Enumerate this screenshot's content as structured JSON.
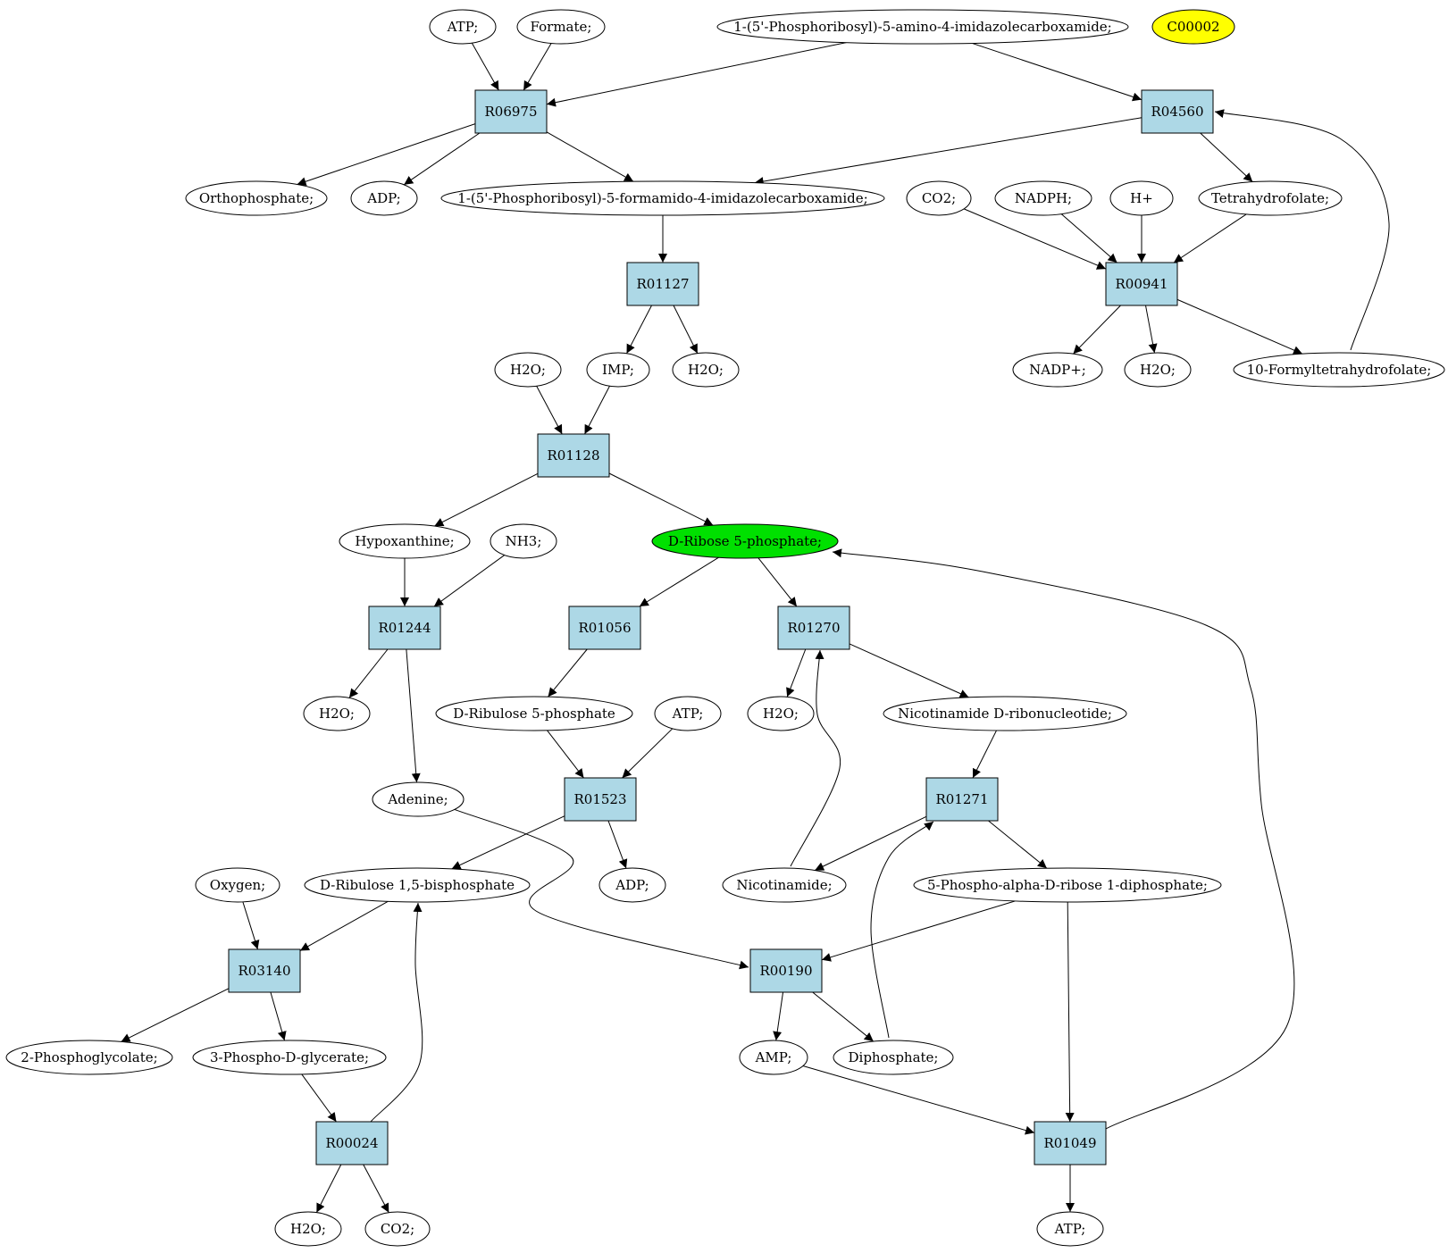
{
  "colors": {
    "reaction": "#add8e6",
    "compound": "#ffffff",
    "highlight_target": "#00e000",
    "highlight_legend": "#ffff00",
    "stroke": "#000000"
  },
  "nodes": [
    {
      "id": "atp1",
      "kind": "compound",
      "label": "ATP;"
    },
    {
      "id": "formate",
      "kind": "compound",
      "label": "Formate;"
    },
    {
      "id": "aicar",
      "kind": "compound",
      "label": "1-(5'-Phosphoribosyl)-5-amino-4-imidazolecarboxamide;"
    },
    {
      "id": "c00002",
      "kind": "compound",
      "label": "C00002",
      "highlight": "legend"
    },
    {
      "id": "R06975",
      "kind": "reaction",
      "label": "R06975"
    },
    {
      "id": "R04560",
      "kind": "reaction",
      "label": "R04560"
    },
    {
      "id": "ortho",
      "kind": "compound",
      "label": "Orthophosphate;"
    },
    {
      "id": "adp1",
      "kind": "compound",
      "label": "ADP;"
    },
    {
      "id": "faicar",
      "kind": "compound",
      "label": "1-(5'-Phosphoribosyl)-5-formamido-4-imidazolecarboxamide;"
    },
    {
      "id": "co2a",
      "kind": "compound",
      "label": "CO2;"
    },
    {
      "id": "nadph",
      "kind": "compound",
      "label": "NADPH;"
    },
    {
      "id": "hplus",
      "kind": "compound",
      "label": "H+"
    },
    {
      "id": "thf",
      "kind": "compound",
      "label": "Tetrahydrofolate;"
    },
    {
      "id": "R01127",
      "kind": "reaction",
      "label": "R01127"
    },
    {
      "id": "R00941",
      "kind": "reaction",
      "label": "R00941"
    },
    {
      "id": "h2o_a",
      "kind": "compound",
      "label": "H2O;"
    },
    {
      "id": "imp",
      "kind": "compound",
      "label": "IMP;"
    },
    {
      "id": "h2o_b",
      "kind": "compound",
      "label": "H2O;"
    },
    {
      "id": "nadp",
      "kind": "compound",
      "label": "NADP+;"
    },
    {
      "id": "h2o_c",
      "kind": "compound",
      "label": "H2O;"
    },
    {
      "id": "fthf",
      "kind": "compound",
      "label": "10-Formyltetrahydrofolate;"
    },
    {
      "id": "R01128",
      "kind": "reaction",
      "label": "R01128"
    },
    {
      "id": "hypox",
      "kind": "compound",
      "label": "Hypoxanthine;"
    },
    {
      "id": "nh3",
      "kind": "compound",
      "label": "NH3;"
    },
    {
      "id": "r5p",
      "kind": "compound",
      "label": "D-Ribose 5-phosphate;",
      "highlight": "target"
    },
    {
      "id": "R01244",
      "kind": "reaction",
      "label": "R01244"
    },
    {
      "id": "R01056",
      "kind": "reaction",
      "label": "R01056"
    },
    {
      "id": "R01270",
      "kind": "reaction",
      "label": "R01270"
    },
    {
      "id": "h2o_d",
      "kind": "compound",
      "label": "H2O;"
    },
    {
      "id": "ru5p",
      "kind": "compound",
      "label": "D-Ribulose 5-phosphate"
    },
    {
      "id": "atp2",
      "kind": "compound",
      "label": "ATP;"
    },
    {
      "id": "h2o_e",
      "kind": "compound",
      "label": "H2O;"
    },
    {
      "id": "nmn",
      "kind": "compound",
      "label": "Nicotinamide D-ribonucleotide;"
    },
    {
      "id": "adenine",
      "kind": "compound",
      "label": "Adenine;"
    },
    {
      "id": "R01523",
      "kind": "reaction",
      "label": "R01523"
    },
    {
      "id": "R01271",
      "kind": "reaction",
      "label": "R01271"
    },
    {
      "id": "oxygen",
      "kind": "compound",
      "label": "Oxygen;"
    },
    {
      "id": "rubp",
      "kind": "compound",
      "label": "D-Ribulose 1,5-bisphosphate"
    },
    {
      "id": "adp2",
      "kind": "compound",
      "label": "ADP;"
    },
    {
      "id": "nicotinamide",
      "kind": "compound",
      "label": "Nicotinamide;"
    },
    {
      "id": "prpp",
      "kind": "compound",
      "label": "5-Phospho-alpha-D-ribose 1-diphosphate;"
    },
    {
      "id": "R03140",
      "kind": "reaction",
      "label": "R03140"
    },
    {
      "id": "R00190",
      "kind": "reaction",
      "label": "R00190"
    },
    {
      "id": "pglycolate",
      "kind": "compound",
      "label": "2-Phosphoglycolate;"
    },
    {
      "id": "pga",
      "kind": "compound",
      "label": "3-Phospho-D-glycerate;"
    },
    {
      "id": "amp",
      "kind": "compound",
      "label": "AMP;"
    },
    {
      "id": "diphosphate",
      "kind": "compound",
      "label": "Diphosphate;"
    },
    {
      "id": "R00024",
      "kind": "reaction",
      "label": "R00024"
    },
    {
      "id": "R01049",
      "kind": "reaction",
      "label": "R01049"
    },
    {
      "id": "h2o_f",
      "kind": "compound",
      "label": "H2O;"
    },
    {
      "id": "co2b",
      "kind": "compound",
      "label": "CO2;"
    },
    {
      "id": "atp3",
      "kind": "compound",
      "label": "ATP;"
    }
  ],
  "edges": [
    {
      "from": "atp1",
      "to": "R06975"
    },
    {
      "from": "formate",
      "to": "R06975"
    },
    {
      "from": "aicar",
      "to": "R06975"
    },
    {
      "from": "aicar",
      "to": "R04560"
    },
    {
      "from": "R06975",
      "to": "ortho"
    },
    {
      "from": "R06975",
      "to": "adp1"
    },
    {
      "from": "R06975",
      "to": "faicar"
    },
    {
      "from": "R04560",
      "to": "faicar"
    },
    {
      "from": "R04560",
      "to": "thf"
    },
    {
      "from": "fthf",
      "to": "R04560"
    },
    {
      "from": "co2a",
      "to": "R00941"
    },
    {
      "from": "nadph",
      "to": "R00941"
    },
    {
      "from": "hplus",
      "to": "R00941"
    },
    {
      "from": "thf",
      "to": "R00941"
    },
    {
      "from": "R00941",
      "to": "nadp"
    },
    {
      "from": "R00941",
      "to": "h2o_c"
    },
    {
      "from": "R00941",
      "to": "fthf"
    },
    {
      "from": "faicar",
      "to": "R01127"
    },
    {
      "from": "R01127",
      "to": "imp"
    },
    {
      "from": "R01127",
      "to": "h2o_b"
    },
    {
      "from": "h2o_a",
      "to": "R01128"
    },
    {
      "from": "imp",
      "to": "R01128"
    },
    {
      "from": "R01128",
      "to": "hypox"
    },
    {
      "from": "R01128",
      "to": "r5p"
    },
    {
      "from": "hypox",
      "to": "R01244"
    },
    {
      "from": "nh3",
      "to": "R01244"
    },
    {
      "from": "R01244",
      "to": "h2o_d"
    },
    {
      "from": "R01244",
      "to": "adenine"
    },
    {
      "from": "r5p",
      "to": "R01056"
    },
    {
      "from": "r5p",
      "to": "R01270"
    },
    {
      "from": "R01056",
      "to": "ru5p"
    },
    {
      "from": "R01270",
      "to": "h2o_e"
    },
    {
      "from": "R01270",
      "to": "nmn"
    },
    {
      "from": "nicotinamide",
      "to": "R01270"
    },
    {
      "from": "ru5p",
      "to": "R01523"
    },
    {
      "from": "atp2",
      "to": "R01523"
    },
    {
      "from": "R01523",
      "to": "rubp"
    },
    {
      "from": "R01523",
      "to": "adp2"
    },
    {
      "from": "nmn",
      "to": "R01271"
    },
    {
      "from": "R01271",
      "to": "nicotinamide"
    },
    {
      "from": "R01271",
      "to": "prpp"
    },
    {
      "from": "diphosphate",
      "to": "R01271"
    },
    {
      "from": "oxygen",
      "to": "R03140"
    },
    {
      "from": "rubp",
      "to": "R03140"
    },
    {
      "from": "R03140",
      "to": "pglycolate"
    },
    {
      "from": "R03140",
      "to": "pga"
    },
    {
      "from": "adenine",
      "to": "R00190"
    },
    {
      "from": "prpp",
      "to": "R00190"
    },
    {
      "from": "R00190",
      "to": "amp"
    },
    {
      "from": "R00190",
      "to": "diphosphate"
    },
    {
      "from": "pga",
      "to": "R00024"
    },
    {
      "from": "R00024",
      "to": "rubp"
    },
    {
      "from": "R00024",
      "to": "h2o_f"
    },
    {
      "from": "R00024",
      "to": "co2b"
    },
    {
      "from": "amp",
      "to": "R01049"
    },
    {
      "from": "prpp",
      "to": "R01049"
    },
    {
      "from": "R01049",
      "to": "atp3"
    },
    {
      "from": "R01049",
      "to": "r5p"
    }
  ]
}
